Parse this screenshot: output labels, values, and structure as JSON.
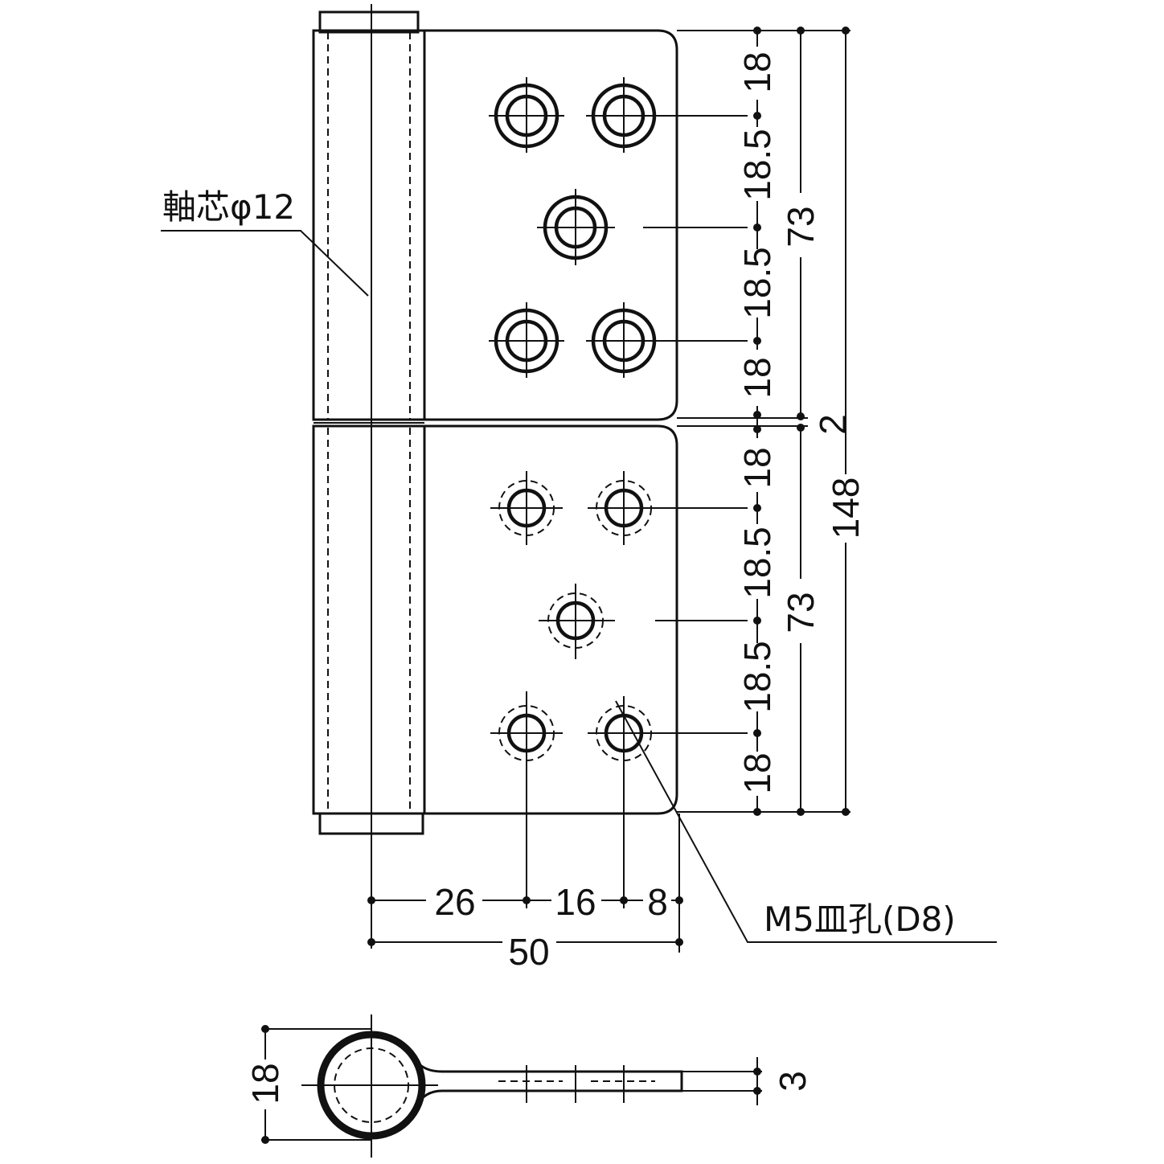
{
  "labels": {
    "pin_core": "軸芯φ12",
    "hole_spec": "M5皿孔(D8)"
  },
  "dimensions": {
    "top_18a": "18",
    "top_18_5a": "18.5",
    "top_18_5b": "18.5",
    "top_18b": "18",
    "top_73": "73",
    "gap_2": "2",
    "total_148": "148",
    "bot_18a": "18",
    "bot_18_5a": "18.5",
    "bot_18_5b": "18.5",
    "bot_18b": "18",
    "bot_73": "73",
    "w_26": "26",
    "w_16": "16",
    "w_8": "8",
    "w_50": "50",
    "side_18": "18",
    "side_3": "3"
  }
}
